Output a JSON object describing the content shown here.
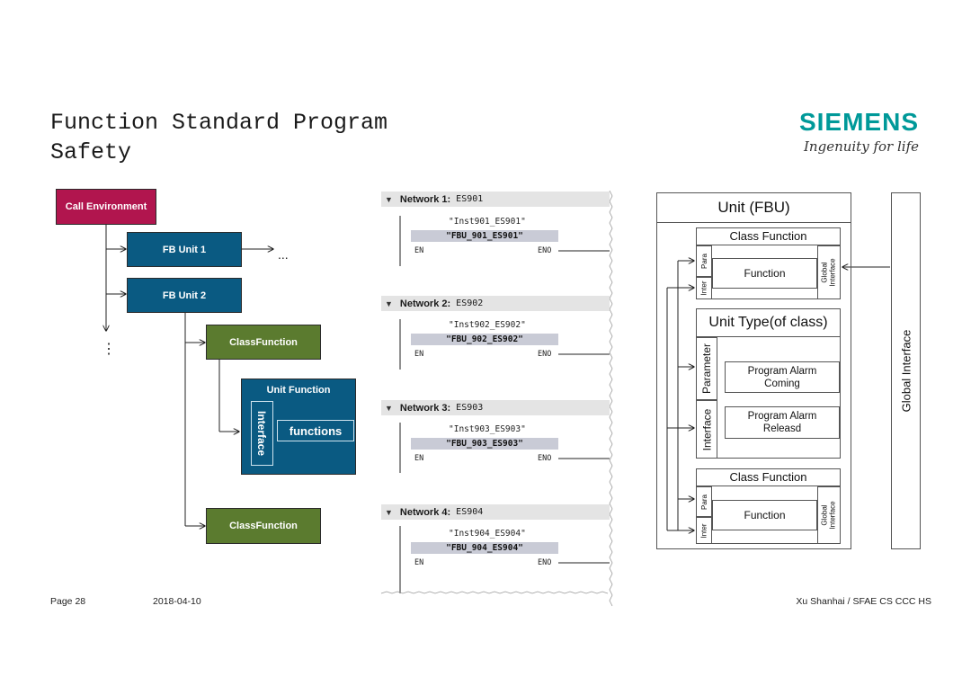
{
  "slide": {
    "title_line1": "Function Standard Program",
    "title_line2": "Safety",
    "logo_brand": "SIEMENS",
    "logo_tagline": "Ingenuity for life",
    "brand_color": "#009999"
  },
  "left_tree": {
    "call_environment": "Call Environment",
    "fb_unit_1": "FB Unit 1",
    "fb_unit_2": "FB Unit 2",
    "class_function_1": "ClassFunction",
    "unit_function": "Unit Function",
    "interface": "Interface",
    "functions": "functions",
    "class_function_2": "ClassFunction",
    "ellipsis_h": "...",
    "ellipsis_v": "⋮",
    "colors": {
      "call_env": "#b1154e",
      "fb": "#0a5a82",
      "class": "#5b7b2f"
    }
  },
  "networks": [
    {
      "label": "Network 1:",
      "es": "ES901",
      "instance": "\"Inst901_ES901\"",
      "fb": "\"FBU_901_ES901\"",
      "en": "EN",
      "eno": "ENO"
    },
    {
      "label": "Network 2:",
      "es": "ES902",
      "instance": "\"Inst902_ES902\"",
      "fb": "\"FBU_902_ES902\"",
      "en": "EN",
      "eno": "ENO"
    },
    {
      "label": "Network 3:",
      "es": "ES903",
      "instance": "\"Inst903_ES903\"",
      "fb": "\"FBU_903_ES903\"",
      "en": "EN",
      "eno": "ENO"
    },
    {
      "label": "Network 4:",
      "es": "ES904",
      "instance": "\"Inst904_ES904\"",
      "fb": "\"FBU_904_ES904\"",
      "en": "EN",
      "eno": "ENO"
    }
  ],
  "right_diagram": {
    "unit_title": "Unit (FBU)",
    "class_function_top": "Class Function",
    "function_top": "Function",
    "para": "Para",
    "inter": "Inter",
    "global_interface_small": "Global Interface",
    "unit_type": "Unit Type(of class)",
    "parameter": "Parameter",
    "interface": "Interface",
    "alarm_coming": "Program Alarm Coming",
    "alarm_released": "Program Alarm Releasd",
    "class_function_bottom": "Class Function",
    "function_bottom": "Function",
    "global_interface": "Global Interface"
  },
  "footer": {
    "page": "Page 28",
    "date": "2018-04-10",
    "author": "Xu Shanhai / SFAE CS CCC HS"
  }
}
